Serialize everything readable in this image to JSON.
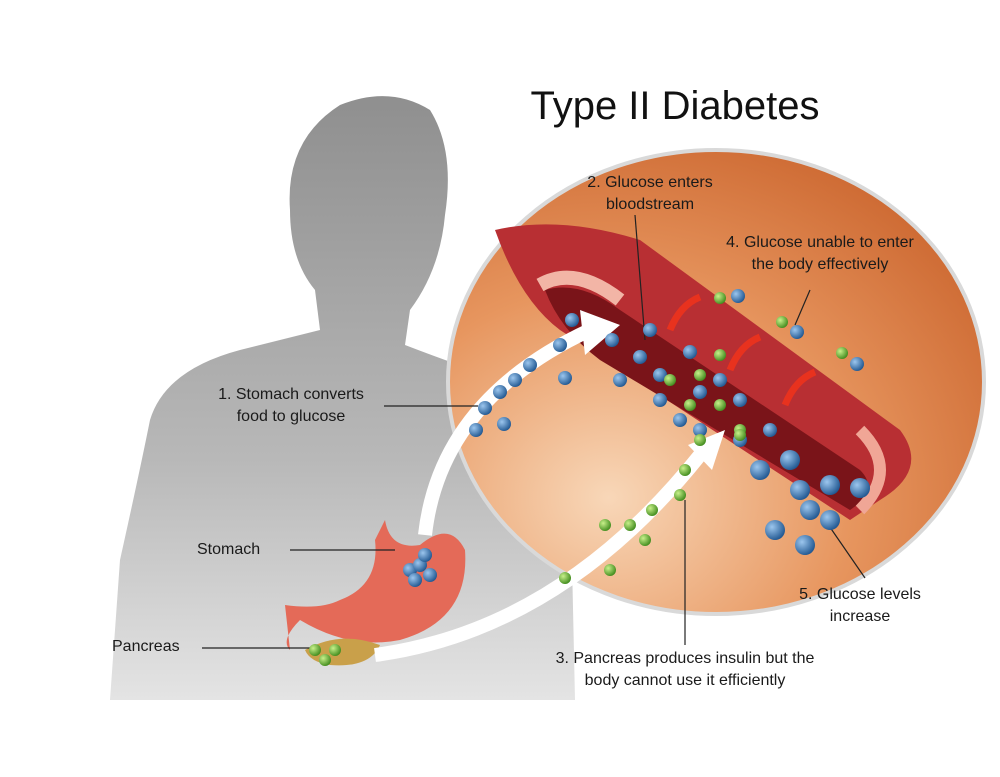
{
  "title": "Type II Diabetes",
  "labels": {
    "step1": [
      "1. Stomach converts",
      "food to glucose"
    ],
    "step2": [
      "2. Glucose enters",
      "bloodstream"
    ],
    "step3": [
      "3. Pancreas produces insulin but the",
      "body cannot use it efficiently"
    ],
    "step4": [
      "4. Glucose unable to enter",
      "the body effectively"
    ],
    "step5": [
      "5. Glucose levels",
      "increase"
    ],
    "stomach": "Stomach",
    "pancreas": "Pancreas"
  },
  "colors": {
    "silhouette": "#a9a9a9",
    "circle": "#e08a55",
    "vessel": "#c0363a",
    "glucose": "#2f6fa8",
    "insulin": "#5fae2e",
    "arrow": "#e8321e"
  }
}
